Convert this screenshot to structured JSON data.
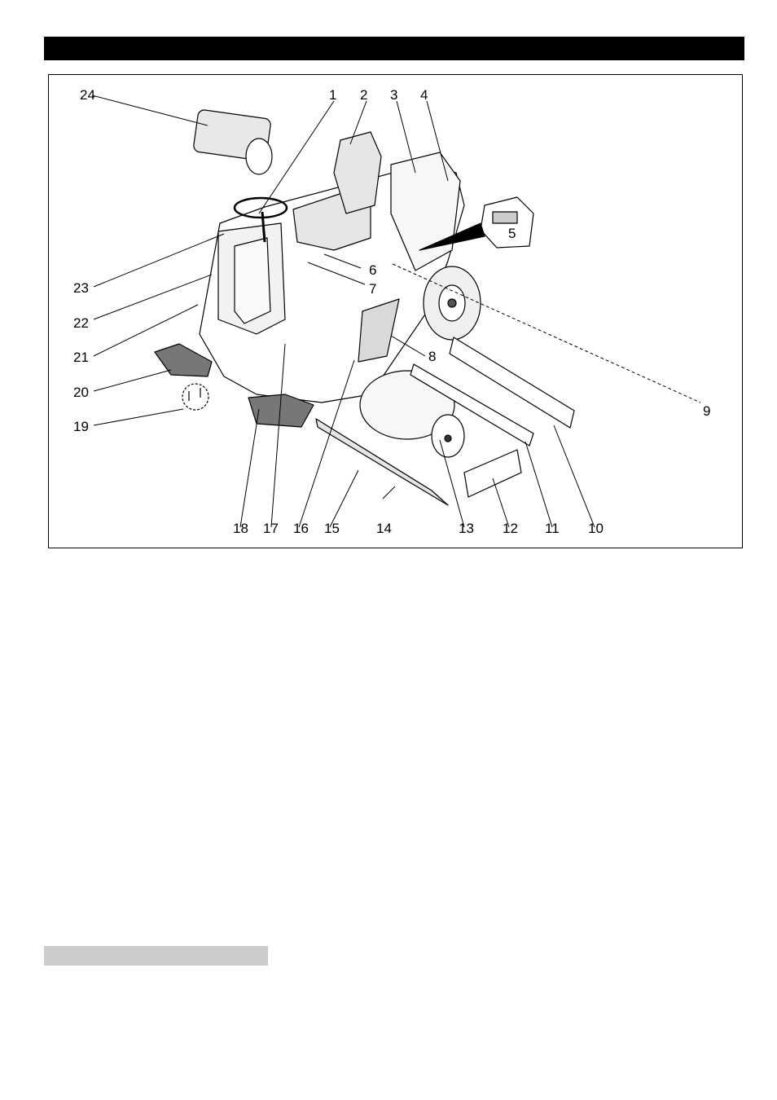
{
  "figure": {
    "callouts": [
      "1",
      "2",
      "3",
      "4",
      "5",
      "6",
      "7",
      "8",
      "9",
      "10",
      "11",
      "12",
      "13",
      "14",
      "15",
      "16",
      "17",
      "18",
      "19",
      "20",
      "21",
      "22",
      "23",
      "24"
    ]
  },
  "colors": {
    "header_bar": "#000000",
    "frame_border": "#000000",
    "footer_bar": "#cccccc"
  }
}
